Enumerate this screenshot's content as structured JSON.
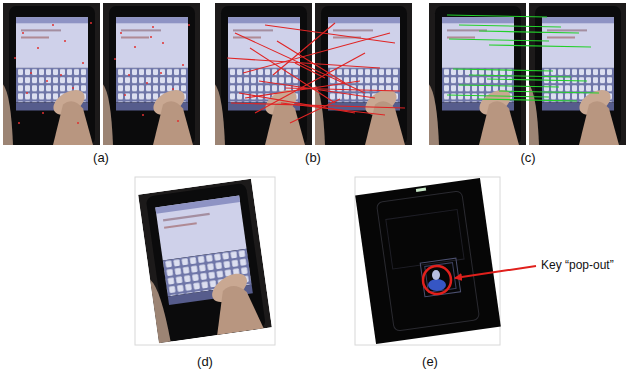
{
  "diagram": {
    "labels": [
      "(a)",
      "(b)",
      "(c)",
      "(d)",
      "(e)",
      "Key “pop-out”"
    ]
  }
}
